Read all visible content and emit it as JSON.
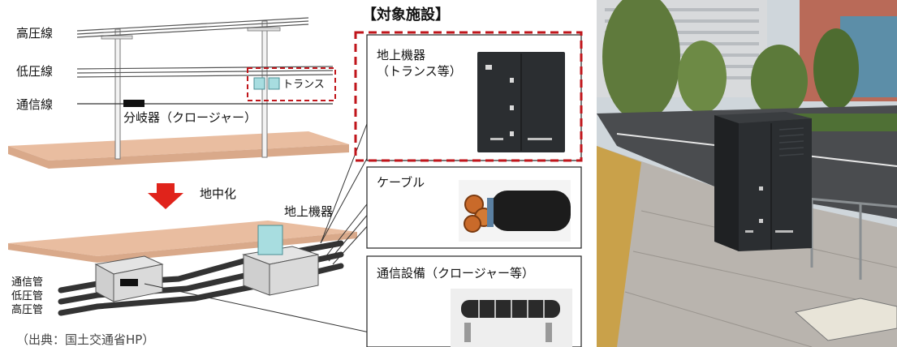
{
  "overhead": {
    "high_voltage_line": "高圧線",
    "low_voltage_line": "低圧線",
    "telecom_line": "通信線",
    "branch_device": "分岐器（クロージャー）",
    "transformer": "トランス"
  },
  "underground": {
    "arrow_label": "地中化",
    "ground_equipment": "地上機器",
    "telecom_pipe": "通信管",
    "low_voltage_pipe": "低圧管",
    "high_voltage_pipe": "高圧管",
    "source_note": "（出典：国土交通省HP）"
  },
  "target_facilities": {
    "heading": "【対象施設】",
    "items": [
      {
        "label": "地上機器\n（トランス等）"
      },
      {
        "label": "ケーブル"
      },
      {
        "label": "通信設備（クロージャー等）"
      }
    ]
  },
  "colors": {
    "ground": "#e9bda0",
    "arrow": "#e0231b",
    "highlight_dashed": "#c0151b",
    "transformer_fill": "#a8dde0",
    "pipe": "#333333",
    "cabinet": "#2b2e31"
  }
}
